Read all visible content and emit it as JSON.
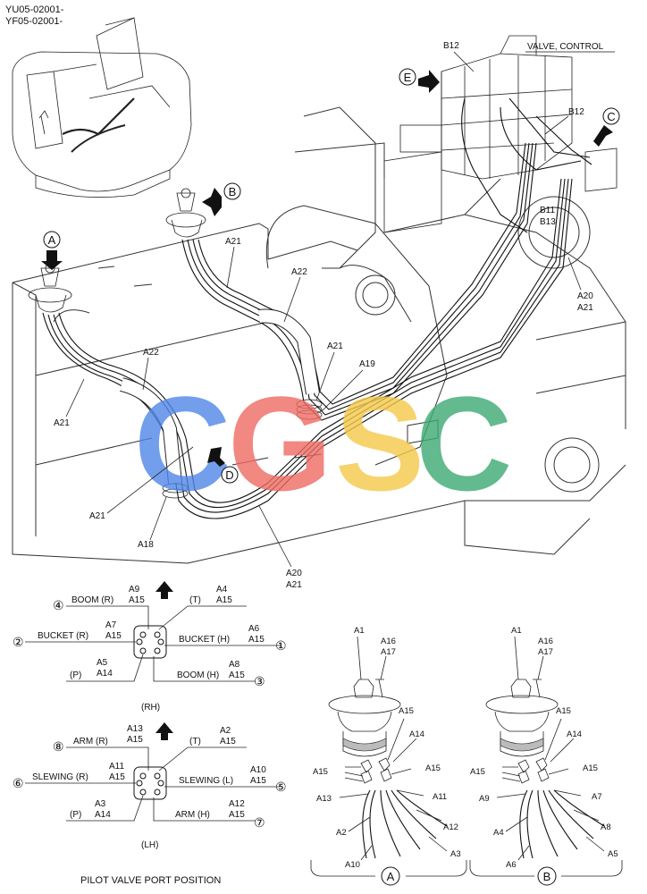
{
  "header": {
    "serial_lines": [
      "YU05-02001-",
      "YF05-02001-"
    ]
  },
  "main_diagram": {
    "valve_label": "VALVE, CONTROL",
    "view_markers": [
      "A",
      "B",
      "C",
      "D",
      "E"
    ],
    "part_labels": {
      "b12_top": "B12",
      "b12_right": "B12",
      "b11": "B11",
      "b13": "B13",
      "a20_right": "A20",
      "a21_right": "A21",
      "a21_b": "A21",
      "a22_upper": "A22",
      "a21_mid": "A21",
      "a19": "A19",
      "a22_left": "A22",
      "a21_left": "A21",
      "a21_lower": "A21",
      "a18": "A18",
      "a20_bottom": "A20",
      "a21_bottom": "A21"
    }
  },
  "watermark": {
    "letters": [
      "C",
      "G",
      "S",
      "C"
    ],
    "colors": [
      "#4f86e8",
      "#ee6b63",
      "#f6c94a",
      "#3daa72"
    ]
  },
  "port_position": {
    "title": "PILOT VALVE PORT POSITION",
    "rh": {
      "caption": "(RH)",
      "ports": [
        {
          "num": "④",
          "label": "BOOM (R)",
          "codes": [
            "A9",
            "A15"
          ]
        },
        {
          "num": "",
          "label": "(T)",
          "codes": [
            "A4",
            "A15"
          ]
        },
        {
          "num": "②",
          "label": "BUCKET (R)",
          "codes": [
            "A7",
            "A15"
          ]
        },
        {
          "num": "①",
          "label": "BUCKET (H)",
          "codes": [
            "A6",
            "A15"
          ]
        },
        {
          "num": "",
          "label": "(P)",
          "codes": [
            "A5",
            "A14"
          ]
        },
        {
          "num": "③",
          "label": "BOOM (H)",
          "codes": [
            "A8",
            "A15"
          ]
        }
      ]
    },
    "lh": {
      "caption": "(LH)",
      "ports": [
        {
          "num": "⑧",
          "label": "ARM (R)",
          "codes": [
            "A13",
            "A15"
          ]
        },
        {
          "num": "",
          "label": "(T)",
          "codes": [
            "A2",
            "A15"
          ]
        },
        {
          "num": "⑥",
          "label": "SLEWING (R)",
          "codes": [
            "A11",
            "A15"
          ]
        },
        {
          "num": "⑤",
          "label": "SLEWING (L)",
          "codes": [
            "A10",
            "A15"
          ]
        },
        {
          "num": "",
          "label": "(P)",
          "codes": [
            "A3",
            "A14"
          ]
        },
        {
          "num": "⑦",
          "label": "ARM (H)",
          "codes": [
            "A12",
            "A15"
          ]
        }
      ]
    }
  },
  "detail_a": {
    "marker": "A",
    "labels": [
      "A1",
      "A16",
      "A17",
      "A15",
      "A14",
      "A15",
      "A15",
      "A13",
      "A11",
      "A2",
      "A12",
      "A10",
      "A3"
    ]
  },
  "detail_b": {
    "marker": "B",
    "labels": [
      "A1",
      "A16",
      "A17",
      "A15",
      "A14",
      "A15",
      "A15",
      "A9",
      "A7",
      "A4",
      "A8",
      "A6",
      "A5"
    ]
  }
}
